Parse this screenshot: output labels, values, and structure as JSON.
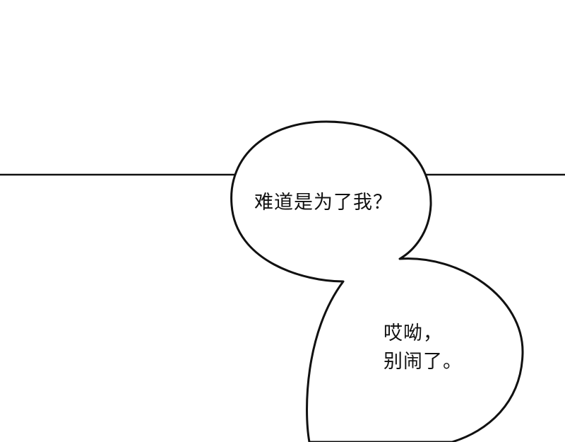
{
  "bubbles": [
    {
      "lines": [
        "难道是为了我？"
      ]
    },
    {
      "lines": [
        "哎呦，",
        "别闹了。"
      ]
    }
  ],
  "colors": {
    "background": "#ffffff",
    "ink": "#111111"
  }
}
